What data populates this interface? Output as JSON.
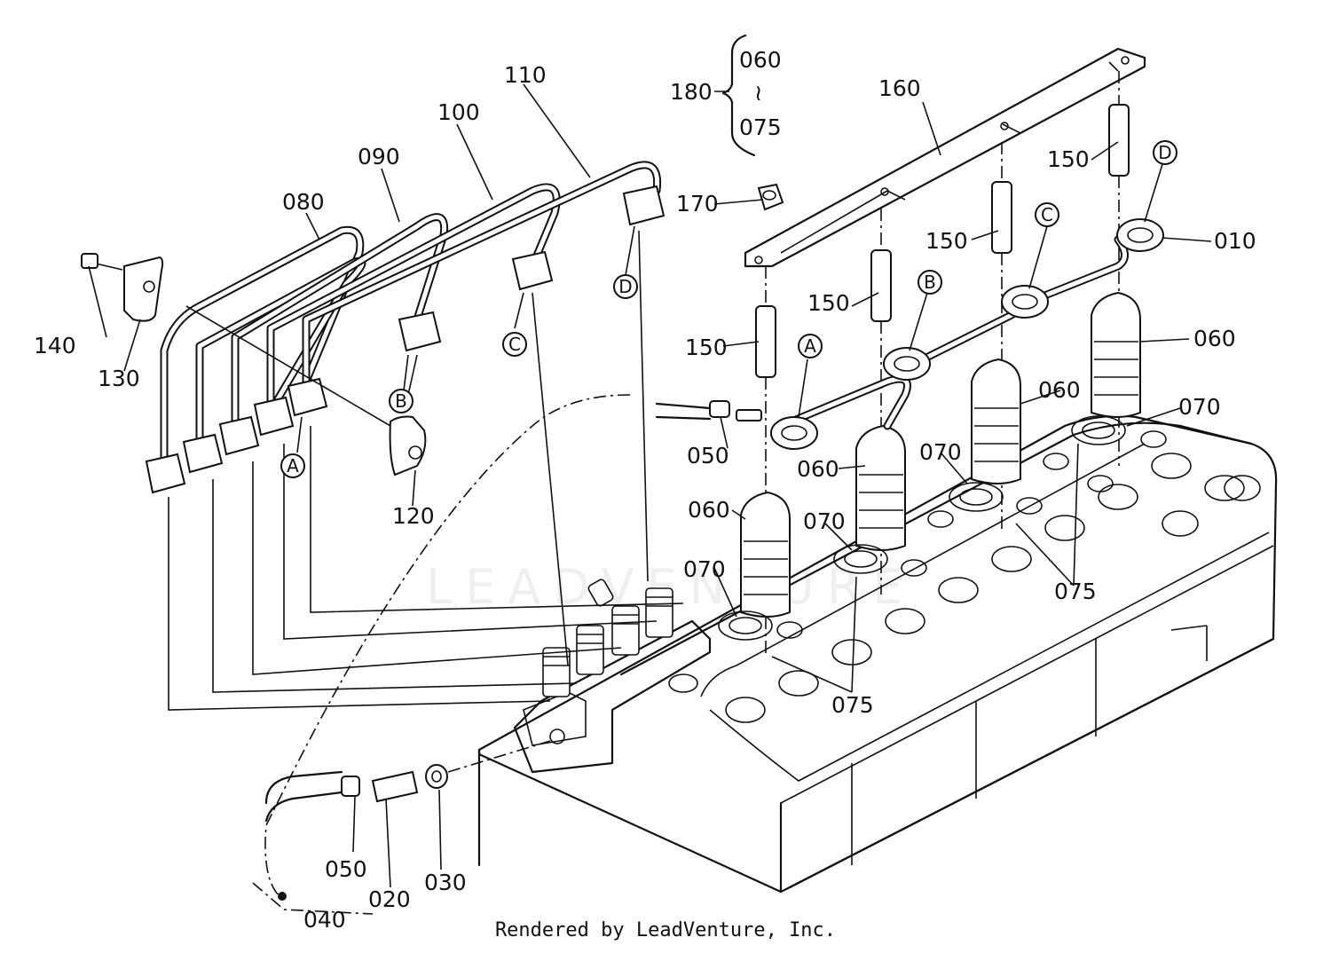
{
  "footer": "Rendered by LeadVenture, Inc.",
  "watermark": "LEADVENTURE",
  "parts": [
    {
      "id": "p010",
      "text": "010"
    },
    {
      "id": "p020",
      "text": "020"
    },
    {
      "id": "p030",
      "text": "030"
    },
    {
      "id": "p040",
      "text": "040"
    },
    {
      "id": "p050a",
      "text": "050"
    },
    {
      "id": "p050b",
      "text": "050"
    },
    {
      "id": "p060a",
      "text": "060"
    },
    {
      "id": "p060b",
      "text": "060"
    },
    {
      "id": "p060c",
      "text": "060"
    },
    {
      "id": "p060d",
      "text": "060"
    },
    {
      "id": "p070a",
      "text": "070"
    },
    {
      "id": "p070b",
      "text": "070"
    },
    {
      "id": "p070c",
      "text": "070"
    },
    {
      "id": "p070d",
      "text": "070"
    },
    {
      "id": "p075a",
      "text": "075"
    },
    {
      "id": "p075b",
      "text": "075"
    },
    {
      "id": "p080",
      "text": "080"
    },
    {
      "id": "p090",
      "text": "090"
    },
    {
      "id": "p100",
      "text": "100"
    },
    {
      "id": "p110",
      "text": "110"
    },
    {
      "id": "p120",
      "text": "120"
    },
    {
      "id": "p130",
      "text": "130"
    },
    {
      "id": "p140",
      "text": "140"
    },
    {
      "id": "p150a",
      "text": "150"
    },
    {
      "id": "p150b",
      "text": "150"
    },
    {
      "id": "p150c",
      "text": "150"
    },
    {
      "id": "p150d",
      "text": "150"
    },
    {
      "id": "p160",
      "text": "160"
    },
    {
      "id": "p170",
      "text": "170"
    },
    {
      "id": "p180",
      "text": "180"
    },
    {
      "id": "g060",
      "text": "060"
    },
    {
      "id": "gtilde",
      "text": "≀"
    },
    {
      "id": "g075",
      "text": "075"
    }
  ],
  "connectors": [
    "A",
    "B",
    "C",
    "D"
  ]
}
